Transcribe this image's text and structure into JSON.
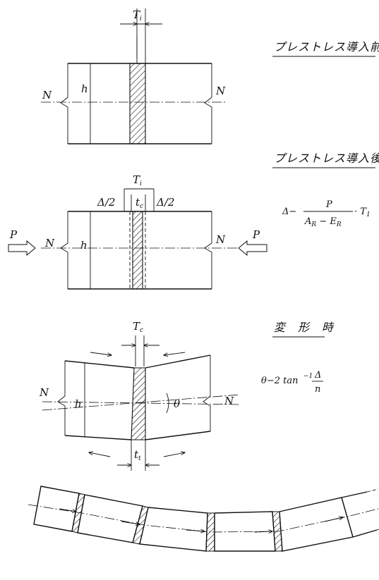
{
  "headings": {
    "before": "プレストレス導入前",
    "after": "プレストレス導入後",
    "deform": "変　形　時"
  },
  "labels": {
    "Ti": "T",
    "Ti_sub": "i",
    "Tc": "T",
    "Tc_sub": "c",
    "N": "N",
    "h": "h",
    "P": "P",
    "delta_half": "Δ/2",
    "tc": "t",
    "tc_sub": "c",
    "tt": "t",
    "tt_sub": "t",
    "theta": "θ"
  },
  "formula_delta": {
    "lhs": "Δ−",
    "numerator": "P",
    "denominator": "A",
    "den_sub1": "R",
    "den_mid": " − E",
    "den_sub2": "R",
    "rhs": "· T",
    "rhs_sub": "1"
  },
  "formula_theta": {
    "lhs": "θ−2 tan",
    "exp": "−1",
    "numerator": "Δ",
    "denominator": "n"
  }
}
